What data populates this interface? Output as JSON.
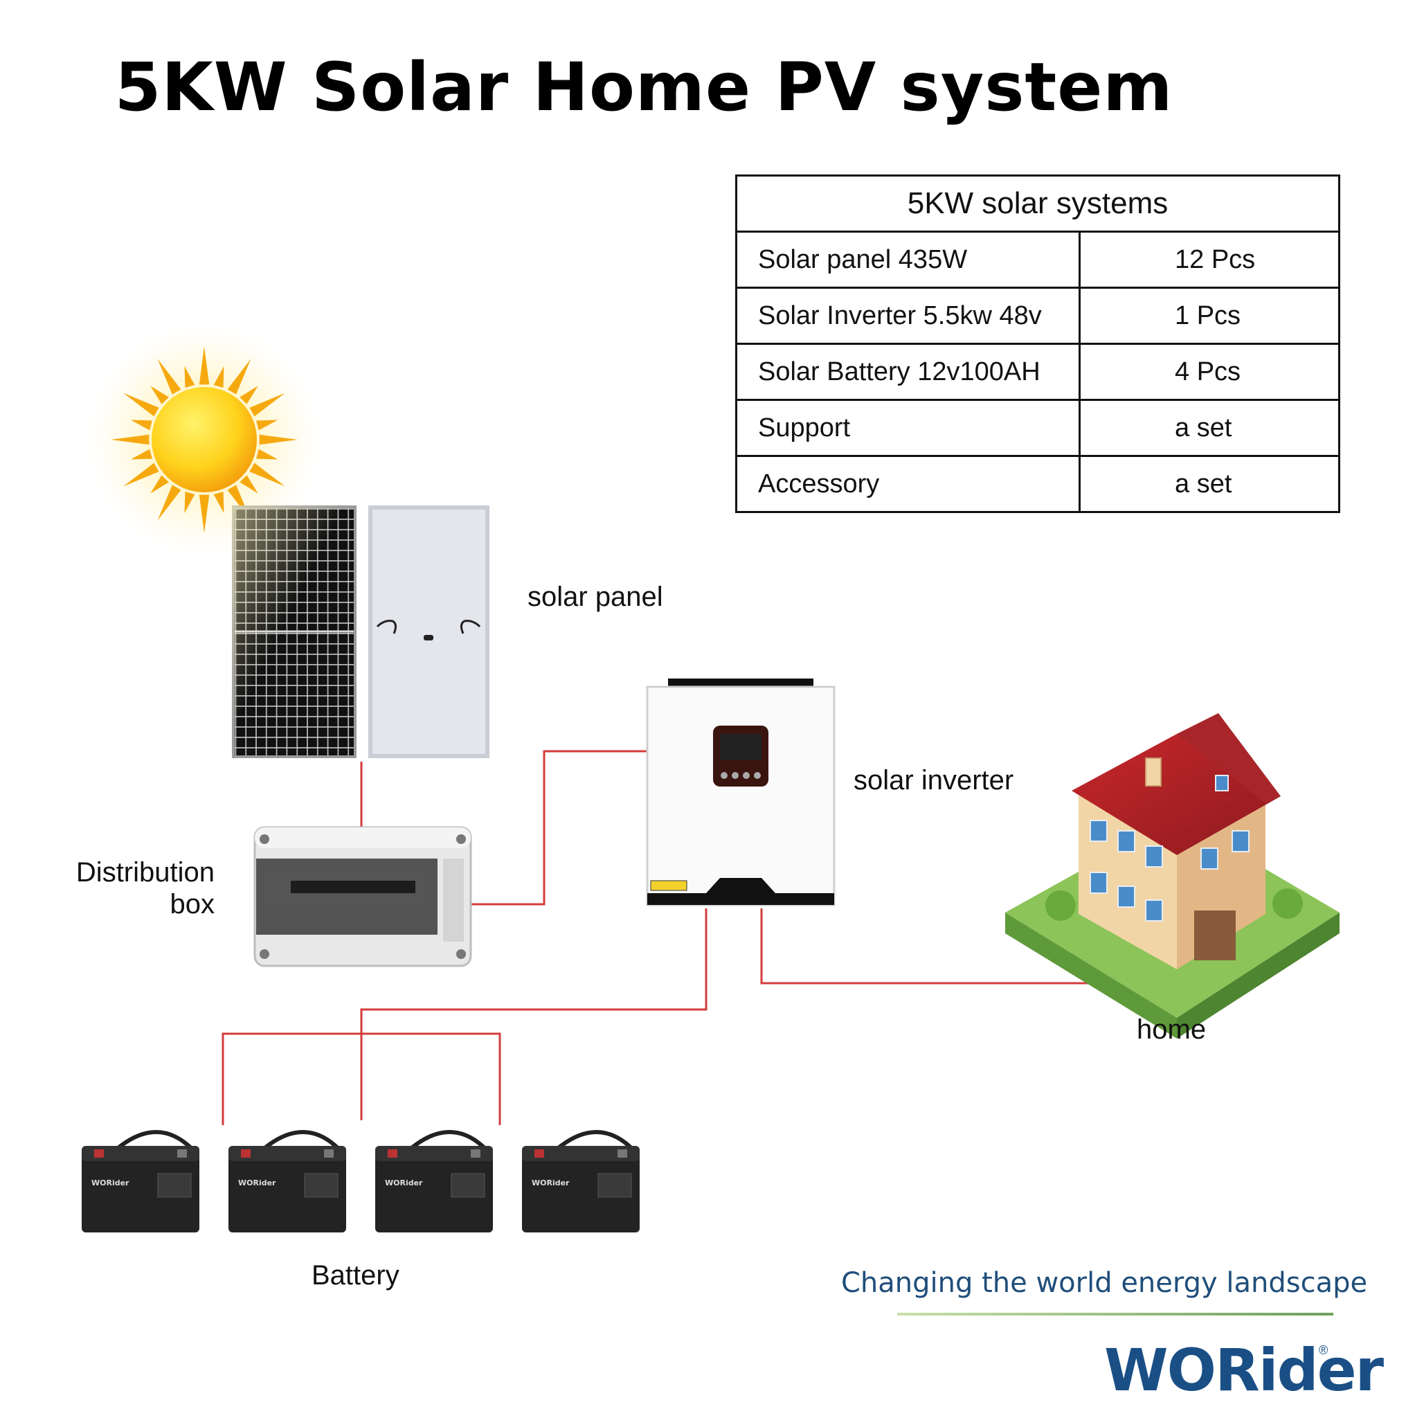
{
  "title": "5KW Solar Home PV system",
  "table": {
    "header": "5KW solar systems",
    "rows": [
      {
        "item": "Solar panel 435W",
        "qty": "12 Pcs"
      },
      {
        "item": "Solar Inverter 5.5kw 48v",
        "qty": "1 Pcs"
      },
      {
        "item": "Solar Battery 12v100AH",
        "qty": "4 Pcs"
      },
      {
        "item": "Support",
        "qty": "a set"
      },
      {
        "item": "Accessory",
        "qty": "a set"
      }
    ]
  },
  "labels": {
    "solar_panel": "solar panel",
    "solar_inverter": "solar inverter",
    "distribution_box_1": "Distribution",
    "distribution_box_2": "box",
    "home": "home",
    "battery": "Battery"
  },
  "battery_brand": "WORider",
  "tagline": "Changing the world energy landscape",
  "brand": "WORider",
  "brand_mark": "®",
  "colors": {
    "wire": "#d43c3c",
    "brand": "#1a4f86",
    "leaf": "#6da05a"
  }
}
